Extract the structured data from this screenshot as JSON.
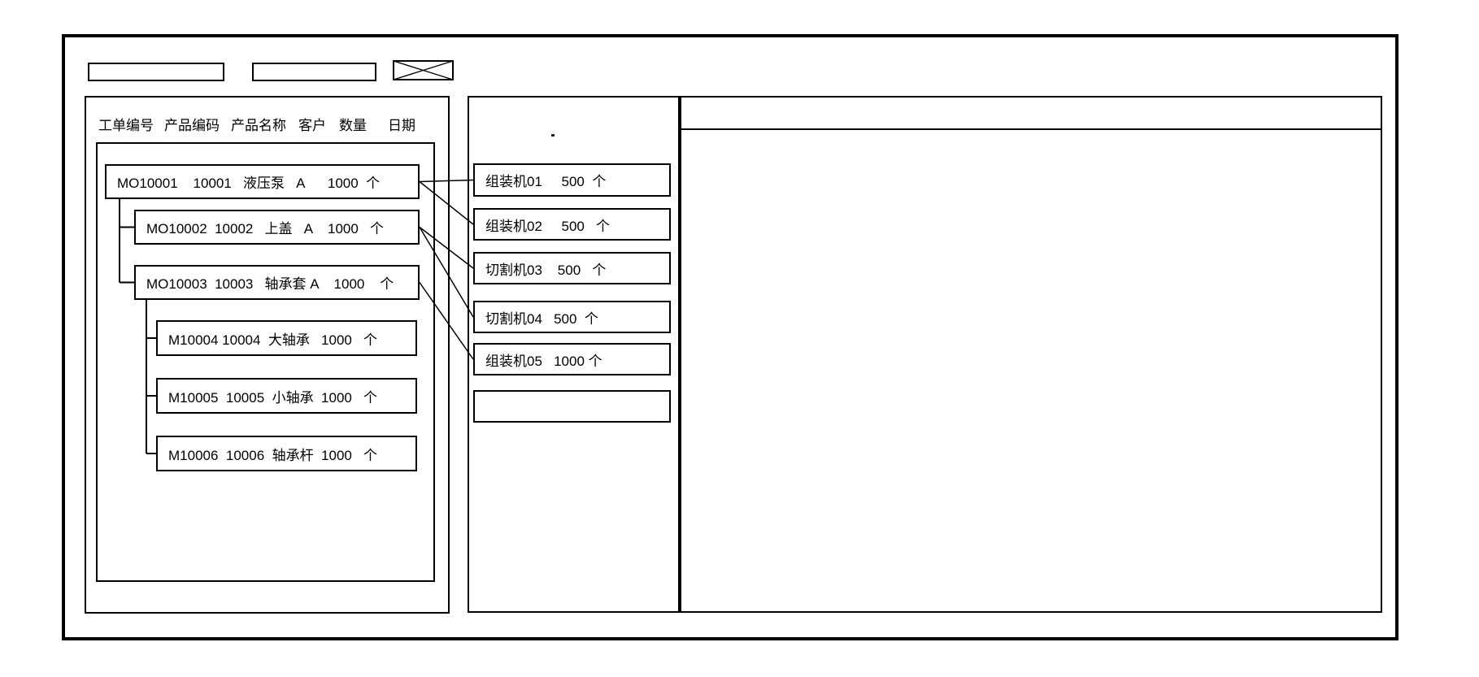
{
  "toolbar": {
    "field1_value": "",
    "field2_value": "",
    "xbox_label": "image-placeholder-x"
  },
  "left_panel": {
    "columns": [
      "工单编号",
      "产品编码",
      "产品名称",
      "客户",
      "数量",
      "日期"
    ],
    "orders": [
      {
        "order_no": "MO10001",
        "product_code": "10001",
        "product_name": "液压泵",
        "customer": "A",
        "qty": "1000",
        "unit": "个",
        "level": 1,
        "display": "MO10001    10001   液压泵   A      1000  个"
      },
      {
        "order_no": "MO10002",
        "product_code": "10002",
        "product_name": "上盖",
        "customer": "A",
        "qty": "1000",
        "unit": "个",
        "level": 2,
        "display": "MO10002  10002   上盖   A    1000   个"
      },
      {
        "order_no": "MO10003",
        "product_code": "10003",
        "product_name": "轴承套",
        "customer": "A",
        "qty": "1000",
        "unit": "个",
        "level": 2,
        "display": "MO10003  10003   轴承套 A    1000    个"
      },
      {
        "order_no": "M10004",
        "product_code": "10004",
        "product_name": "大轴承",
        "customer": "",
        "qty": "1000",
        "unit": "个",
        "level": 3,
        "display": "M10004 10004  大轴承   1000   个"
      },
      {
        "order_no": "M10005",
        "product_code": "10005",
        "product_name": "小轴承",
        "customer": "",
        "qty": "1000",
        "unit": "个",
        "level": 3,
        "display": "M10005  10005  小轴承  1000   个"
      },
      {
        "order_no": "M10006",
        "product_code": "10006",
        "product_name": "轴承杆",
        "customer": "",
        "qty": "1000",
        "unit": "个",
        "level": 3,
        "display": "M10006  10006  轴承杆  1000   个"
      }
    ]
  },
  "machine_panel": {
    "stray_dot": ".",
    "machines": [
      {
        "name": "组装机01",
        "qty": "500",
        "unit": "个",
        "display": "组装机01     500  个"
      },
      {
        "name": "组装机02",
        "qty": "500",
        "unit": "个",
        "display": "组装机02     500   个"
      },
      {
        "name": "切割机03",
        "qty": "500",
        "unit": "个",
        "display": "切割机03    500   个"
      },
      {
        "name": "切割机04",
        "qty": "500",
        "unit": "个",
        "display": "切割机04   500  个"
      },
      {
        "name": "组装机05",
        "qty": "1000",
        "unit": "个",
        "display": "组装机05   1000 个"
      },
      {
        "name": "",
        "qty": "",
        "unit": "",
        "display": ""
      }
    ]
  },
  "right_panel": {
    "header_text": "",
    "body_text": ""
  },
  "connections": [
    {
      "from_order": "MO10001",
      "to_machine": "组装机01",
      "from_index": 0,
      "to_index": 0
    },
    {
      "from_order": "MO10001",
      "to_machine": "组装机02",
      "from_index": 0,
      "to_index": 1
    },
    {
      "from_order": "MO10002",
      "to_machine": "切割机03",
      "from_index": 1,
      "to_index": 2
    },
    {
      "from_order": "MO10002",
      "to_machine": "切割机04",
      "from_index": 1,
      "to_index": 3
    },
    {
      "from_order": "MO10003",
      "to_machine": "组装机05",
      "from_index": 2,
      "to_index": 4
    }
  ],
  "colors": {
    "line": "#000000",
    "background": "#ffffff"
  }
}
